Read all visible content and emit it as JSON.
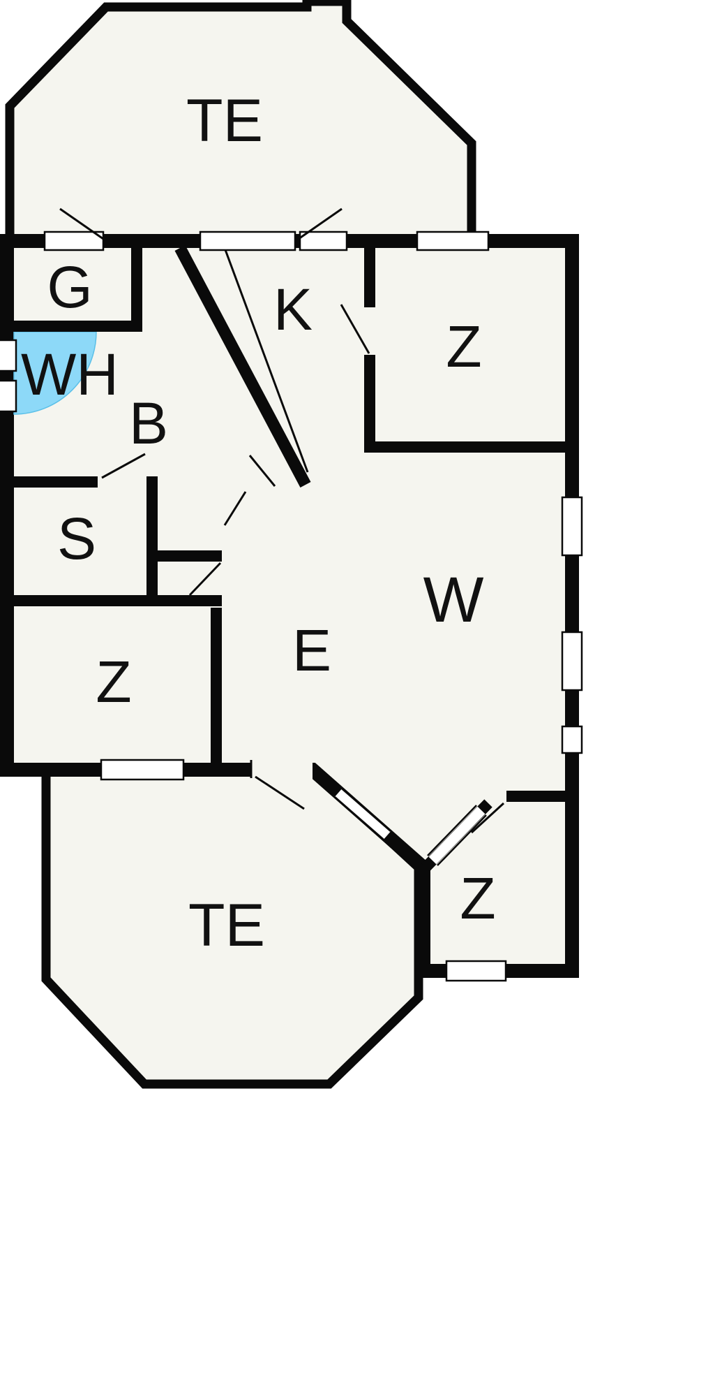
{
  "colors": {
    "background": "#ffffff",
    "floor": "#f5f5ef",
    "wall": "#0a0a0a",
    "shower": "#8dd9f8",
    "label": "#111111"
  },
  "rooms": {
    "te_top": {
      "label": "TE"
    },
    "g": {
      "label": "G"
    },
    "k": {
      "label": "K"
    },
    "z_top_right": {
      "label": "Z"
    },
    "wh": {
      "label": "WH"
    },
    "b": {
      "label": "B"
    },
    "s": {
      "label": "S"
    },
    "z_bottom_left": {
      "label": "Z"
    },
    "e": {
      "label": "E"
    },
    "w": {
      "label": "W"
    },
    "te_bottom": {
      "label": "TE"
    },
    "z_bottom_right": {
      "label": "Z"
    }
  }
}
